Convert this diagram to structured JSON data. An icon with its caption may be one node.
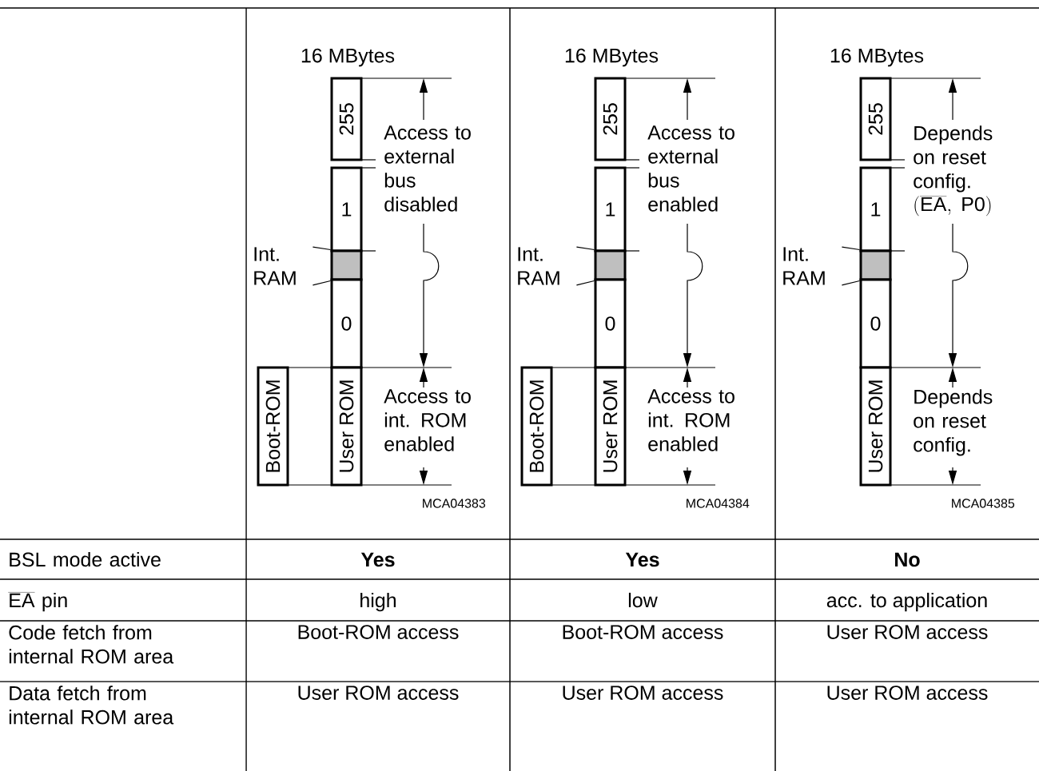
{
  "diagram": {
    "nodes": [
      {
        "text": [
          "255"
        ]
      },
      {
        "text": [
          "1"
        ]
      },
      {
        "text": [],
        "shape": "box"
      },
      {
        "text": [
          "0"
        ]
      },
      {
        "text": [
          "Int. RAM"
        ]
      },
      {
        "text": [
          "Boot-ROM"
        ]
      },
      {
        "text": [
          "User ROM"
        ]
      },
      {
        "text": [
          "255"
        ]
      },
      {
        "text": [
          "1"
        ]
      },
      {
        "text": [],
        "shape": "box"
      },
      {
        "text": [
          "0"
        ]
      },
      {
        "text": [
          "Int. RAM"
        ]
      },
      {
        "text": [
          "Boot-ROM"
        ]
      },
      {
        "text": [
          "User ROM"
        ]
      },
      {
        "text": [
          "255"
        ]
      },
      {
        "text": [
          "1"
        ]
      },
      {
        "text": [],
        "shape": "box"
      },
      {
        "text": [
          "0"
        ]
      },
      {
        "text": [
          "Int. RAM"
        ]
      },
      {
        "text": [
          "User ROM"
        ]
      }
    ],
    "edges": [
      {
        "from": 4,
        "to": 2,
        "arrow": "none"
      },
      {
        "from": 4,
        "to": 2,
        "arrow": "none"
      },
      {
        "from": 11,
        "to": 9,
        "arrow": "none"
      },
      {
        "from": 11,
        "to": 9,
        "arrow": "none"
      },
      {
        "from": 18,
        "to": 16,
        "arrow": "none"
      },
      {
        "from": 18,
        "to": 16,
        "arrow": "none"
      }
    ],
    "labels": [
      "16 MBytes",
      "Access to external bus disabled",
      "Access to int. ROM enabled",
      "MCA04383",
      "16 MBytes",
      "Access to external bus enabled",
      "Access to int. ROM enabled",
      "MCA04384",
      "16 MBytes",
      "Depends on reset config.",
      "Depends on reset config.",
      "MCA04385",
      "(\\overline{\\mathrm{EA}},\\ \\mathrm{P0})",
      "BSL mode active",
      "Yes",
      "Yes",
      "No",
      "\\overline{\\mathrm{EA}}\\ \\mathrm{pin}",
      "high",
      "low",
      "acc. to application",
      "Code fetch from internal ROM area",
      "Boot-ROM access",
      "Boot-ROM access",
      "User ROM access",
      "Data fetch from internal ROM area",
      "User ROM access",
      "User ROM access",
      "User ROM access"
    ]
  }
}
